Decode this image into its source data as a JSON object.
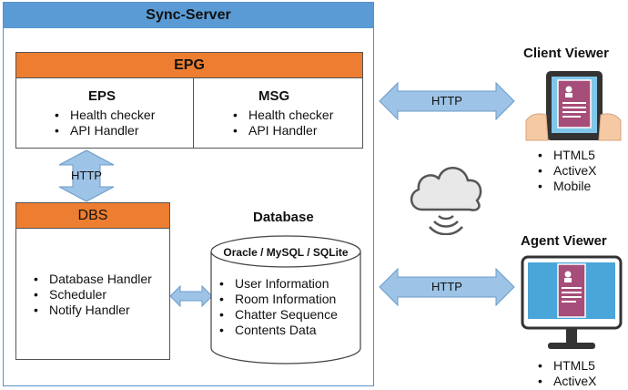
{
  "server": {
    "title": "Sync-Server"
  },
  "epg": {
    "title": "EPG",
    "eps": {
      "title": "EPS",
      "items": [
        "Health checker",
        "API Handler"
      ]
    },
    "msg": {
      "title": "MSG",
      "items": [
        "Health checker",
        "API Handler"
      ]
    }
  },
  "epg_dbs_link": {
    "label": "HTTP"
  },
  "dbs": {
    "title": "DBS",
    "items": [
      "Database Handler",
      "Scheduler",
      "Notify Handler"
    ]
  },
  "database": {
    "title": "Database",
    "engines": "Oracle / MySQL / SQLite",
    "items": [
      "User Information",
      "Room Information",
      "Chatter Sequence",
      "Contents Data"
    ]
  },
  "client_link": {
    "label": "HTTP"
  },
  "agent_link": {
    "label": "HTTP"
  },
  "client_viewer": {
    "title": "Client Viewer",
    "items": [
      "HTML5",
      "ActiveX",
      "Mobile"
    ]
  },
  "agent_viewer": {
    "title": "Agent Viewer",
    "items": [
      "HTML5",
      "ActiveX"
    ]
  },
  "colors": {
    "server_header": "#5b9bd5",
    "module_header": "#ed7d31",
    "arrow_fill": "#9dc3e6",
    "arrow_stroke": "#6b9bc8"
  },
  "icons": [
    "cloud-wireless-icon",
    "tablet-hands-icon",
    "monitor-icon"
  ]
}
